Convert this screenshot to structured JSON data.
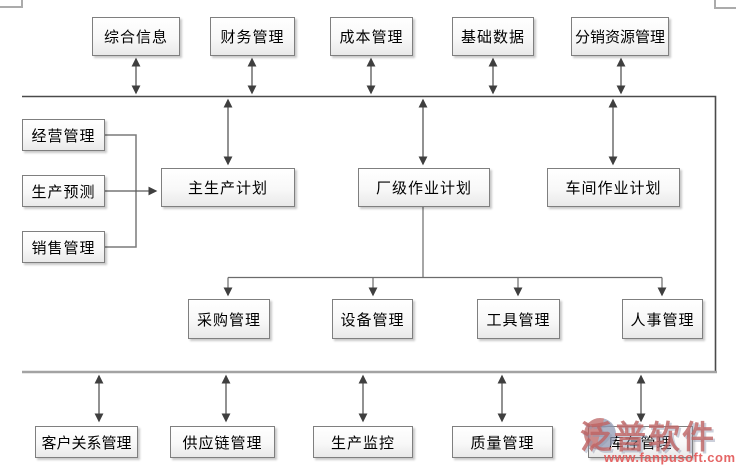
{
  "diagram_type": "erp-structure-flowchart",
  "nodes": {
    "top": [
      {
        "label": "综合信息"
      },
      {
        "label": "财务管理"
      },
      {
        "label": "成本管理"
      },
      {
        "label": "基础数据"
      },
      {
        "label": "分销资源管理"
      }
    ],
    "left": [
      {
        "label": "经营管理"
      },
      {
        "label": "生产预测"
      },
      {
        "label": "销售管理"
      }
    ],
    "plans": [
      {
        "label": "主生产计划"
      },
      {
        "label": "厂级作业计划"
      },
      {
        "label": "车间作业计划"
      }
    ],
    "operations": [
      {
        "label": "采购管理"
      },
      {
        "label": "设备管理"
      },
      {
        "label": "工具管理"
      },
      {
        "label": "人事管理"
      }
    ],
    "bottom": [
      {
        "label": "客户关系管理"
      },
      {
        "label": "供应链管理"
      },
      {
        "label": "生产监控"
      },
      {
        "label": "质量管理"
      },
      {
        "label": "库存管理"
      }
    ]
  },
  "watermark": {
    "brand": "泛普软件",
    "url": "www.fanpusoft.com"
  },
  "colors": {
    "box_border": "#7f7f7f",
    "bus_dark": "#4a4a4a",
    "bus_light": "#a3a3a3",
    "connector": "#6b6b6b",
    "arrowhead": "#3f3f3f",
    "watermark_red": "#be6464",
    "watermark_blue": "#8d96b0"
  }
}
